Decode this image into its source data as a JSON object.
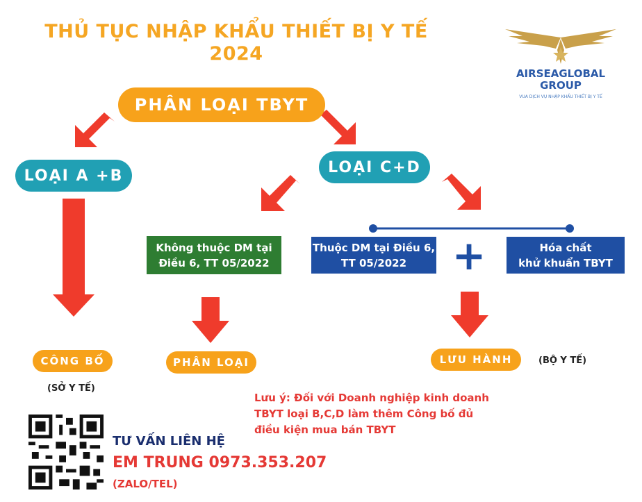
{
  "title": {
    "line1": "THỦ TỤC NHẬP KHẨU THIẾT BỊ Y TẾ",
    "line2": "2024"
  },
  "logo": {
    "name_line1": "AIRSEAGLOBAL",
    "name_line2": "GROUP",
    "tagline": "VUA DỊCH VỤ NHẬP KHẨU THIẾT BỊ Y TẾ"
  },
  "nodes": {
    "root": "PHÂN LOẠI TBYT",
    "group_ab": "LOẠI A +B",
    "group_cd": "LOẠI C+D",
    "not_in_list_l1": "Không thuộc DM tại",
    "not_in_list_l2": "Điều 6, TT 05/2022",
    "in_list_l1": "Thuộc DM tại  Điều 6,",
    "in_list_l2": "TT 05/2022",
    "chem_l1": "Hóa chất",
    "chem_l2": "khử khuẩn TBYT",
    "plus": "+",
    "out_publish": "CÔNG BỐ",
    "out_classify": "PHÂN LOẠI",
    "out_circulate": "LƯU HÀNH"
  },
  "authorities": {
    "dept_health": "(SỞ Y TẾ)",
    "ministry": "(BỘ Y TẾ)"
  },
  "note": {
    "line1": "Lưu ý:  Đối với Doanh nghiệp kinh doanh",
    "line2": "TBYT loại B,C,D làm thêm Công bố đủ",
    "line3": "điều kiện mua bán TBYT"
  },
  "contact": {
    "heading": "TƯ VẤN LIÊN HỆ",
    "name_phone": "EM TRUNG 0973.353.207",
    "channels": "(ZALO/TEL)"
  },
  "colors": {
    "orange": "#f7a21b",
    "teal": "#21a0b4",
    "green": "#2e7d32",
    "blue": "#1f4fa3",
    "red": "#e53935",
    "title": "#f5a623"
  }
}
